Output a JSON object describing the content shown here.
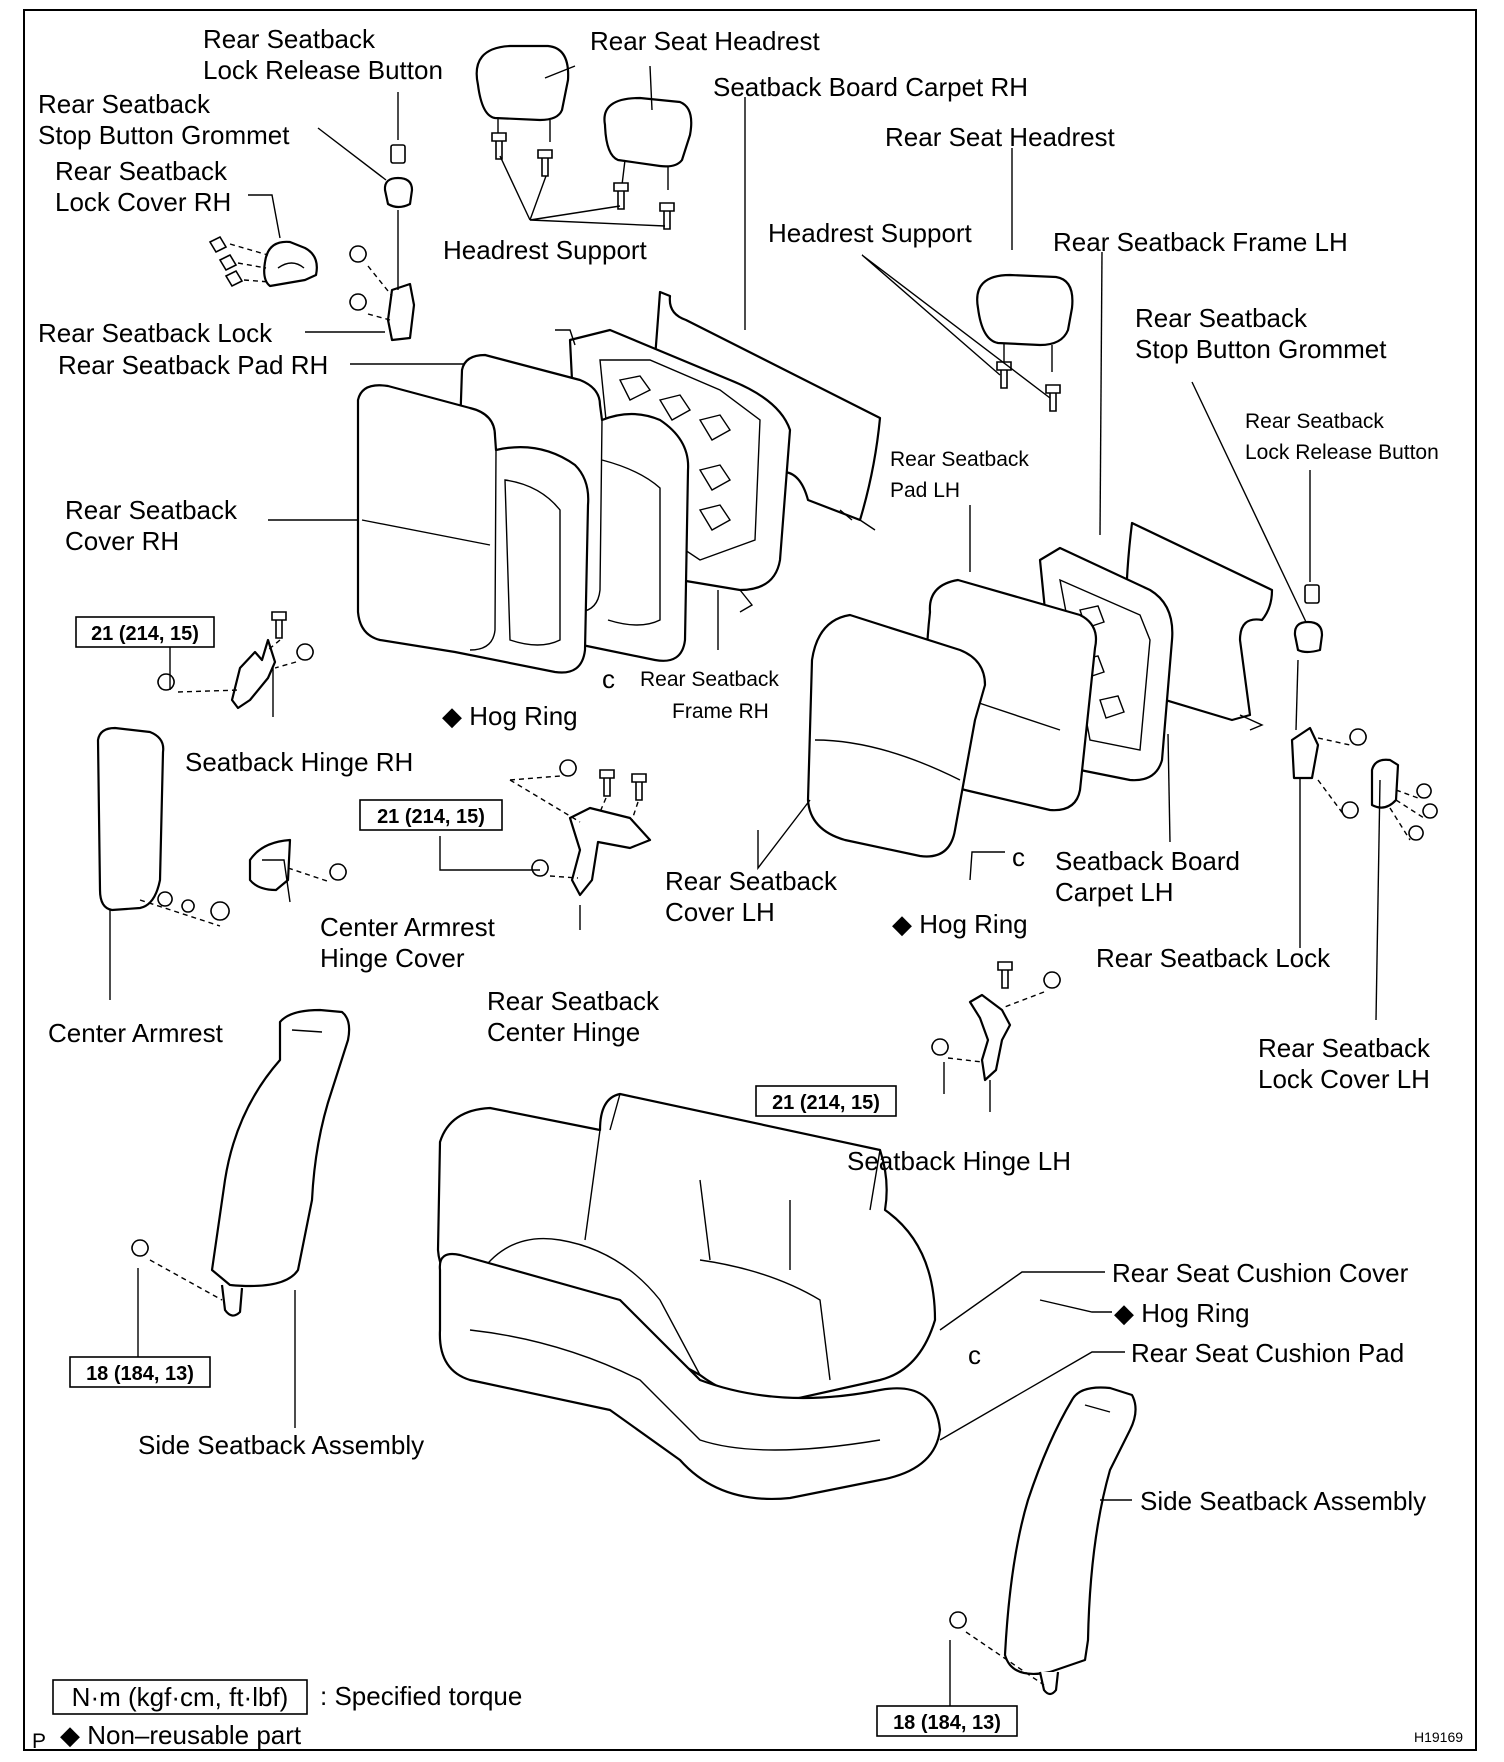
{
  "labels": {
    "lock_release_button_rh": [
      "Rear Seatback",
      "Lock Release Button"
    ],
    "rear_seat_headrest_top": "Rear Seat Headrest",
    "seatback_board_carpet_rh": "Seatback Board Carpet RH",
    "stop_button_grommet_rh": [
      "Rear Seatback",
      "Stop Button Grommet"
    ],
    "rear_seat_headrest_right": "Rear Seat Headrest",
    "lock_cover_rh": [
      "Rear Seatback",
      "Lock Cover RH"
    ],
    "headrest_support_left": "Headrest Support",
    "headrest_support_right": "Headrest Support",
    "seatback_frame_lh": "Rear Seatback Frame LH",
    "seatback_lock_rh": "Rear Seatback Lock",
    "seatback_pad_rh": "Rear Seatback Pad RH",
    "stop_button_grommet_lh": [
      "Rear Seatback",
      "Stop Button Grommet"
    ],
    "lock_release_button_lh": [
      "Rear Seatback",
      "Lock Release Button"
    ],
    "seatback_pad_lh": [
      "Rear Seatback",
      "Pad LH"
    ],
    "seatback_cover_rh": [
      "Rear Seatback",
      "Cover RH"
    ],
    "seatback_frame_rh": [
      "Rear Seatback",
      "Frame RH"
    ],
    "hog_ring_1": "◆ Hog Ring",
    "seatback_hinge_rh": "Seatback Hinge RH",
    "seatback_cover_lh": [
      "Rear Seatback",
      "Cover LH"
    ],
    "hog_ring_2": "◆ Hog Ring",
    "seatback_board_carpet_lh": [
      "Seatback Board",
      "Carpet LH"
    ],
    "center_armrest_hinge_cover": [
      "Center Armrest",
      "Hinge Cover"
    ],
    "seatback_lock_lh": "Rear Seatback Lock",
    "center_armrest": "Center Armrest",
    "seatback_center_hinge": [
      "Rear Seatback",
      "Center Hinge"
    ],
    "lock_cover_lh": [
      "Rear Seatback",
      "Lock Cover LH"
    ],
    "seatback_hinge_lh": "Seatback Hinge LH",
    "rear_seat_cushion_cover": "Rear Seat Cushion Cover",
    "hog_ring_3": "◆ Hog Ring",
    "rear_seat_cushion_pad": "Rear Seat Cushion Pad",
    "side_seatback_assembly_left": "Side Seatback Assembly",
    "side_seatback_assembly_right": "Side Seatback Assembly"
  },
  "torques": {
    "hinge_rh": "21 (214, 15)",
    "center_hinge": "21 (214, 15)",
    "hinge_lh": "21 (214, 15)",
    "side_left": "18 (184, 13)",
    "side_right": "18 (184, 13)"
  },
  "legend": {
    "torque_unit": "N·m (kgf·cm, ft·lbf)",
    "torque_text": ": Specified torque",
    "nonreusable": "◆ Non–reusable part"
  },
  "corner_mark": "P",
  "figure_code": "H19169"
}
